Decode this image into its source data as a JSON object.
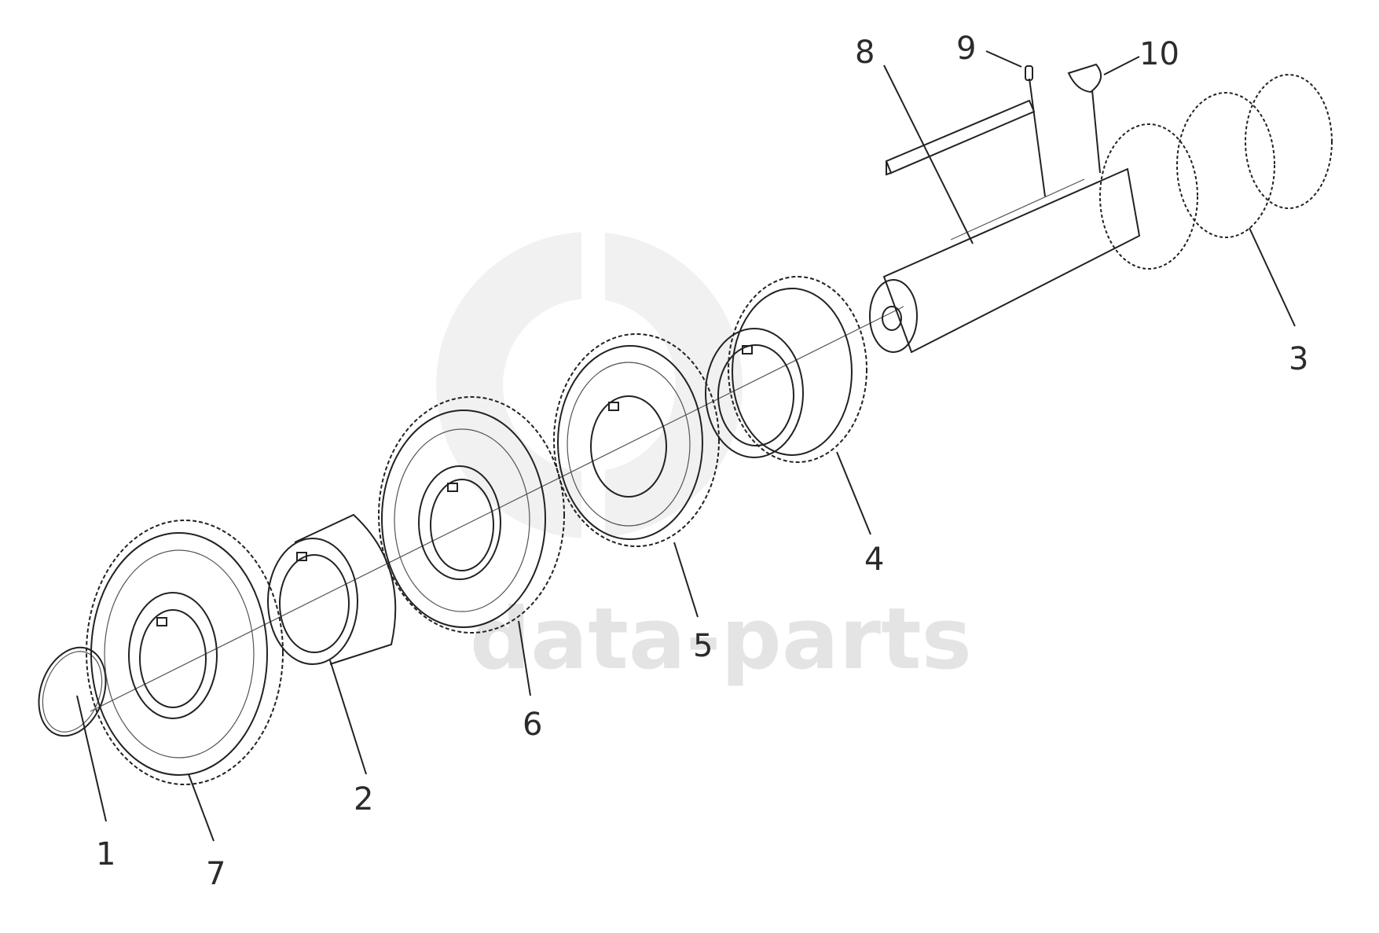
{
  "diagram": {
    "callouts": [
      {
        "id": "1",
        "label": "1"
      },
      {
        "id": "2",
        "label": "2"
      },
      {
        "id": "3",
        "label": "3"
      },
      {
        "id": "4",
        "label": "4"
      },
      {
        "id": "5",
        "label": "5"
      },
      {
        "id": "6",
        "label": "6"
      },
      {
        "id": "7",
        "label": "7"
      },
      {
        "id": "8",
        "label": "8"
      },
      {
        "id": "9",
        "label": "9"
      },
      {
        "id": "10",
        "label": "10"
      }
    ],
    "watermark": {
      "text": "data-parts"
    }
  }
}
